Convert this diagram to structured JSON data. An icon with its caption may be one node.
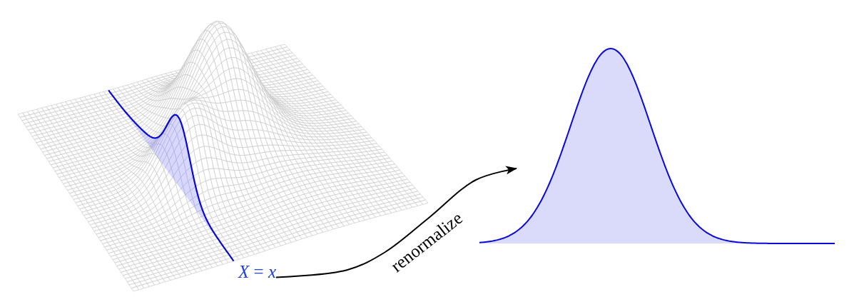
{
  "diagram": {
    "nodes": [
      {
        "text": [
          "*X* = *x*"
        ]
      },
      {
        "text": [],
        "shape": "picture"
      }
    ],
    "edges": [
      {
        "from": 0,
        "to": 1,
        "arrow": "to",
        "label": "renormalize"
      }
    ]
  }
}
